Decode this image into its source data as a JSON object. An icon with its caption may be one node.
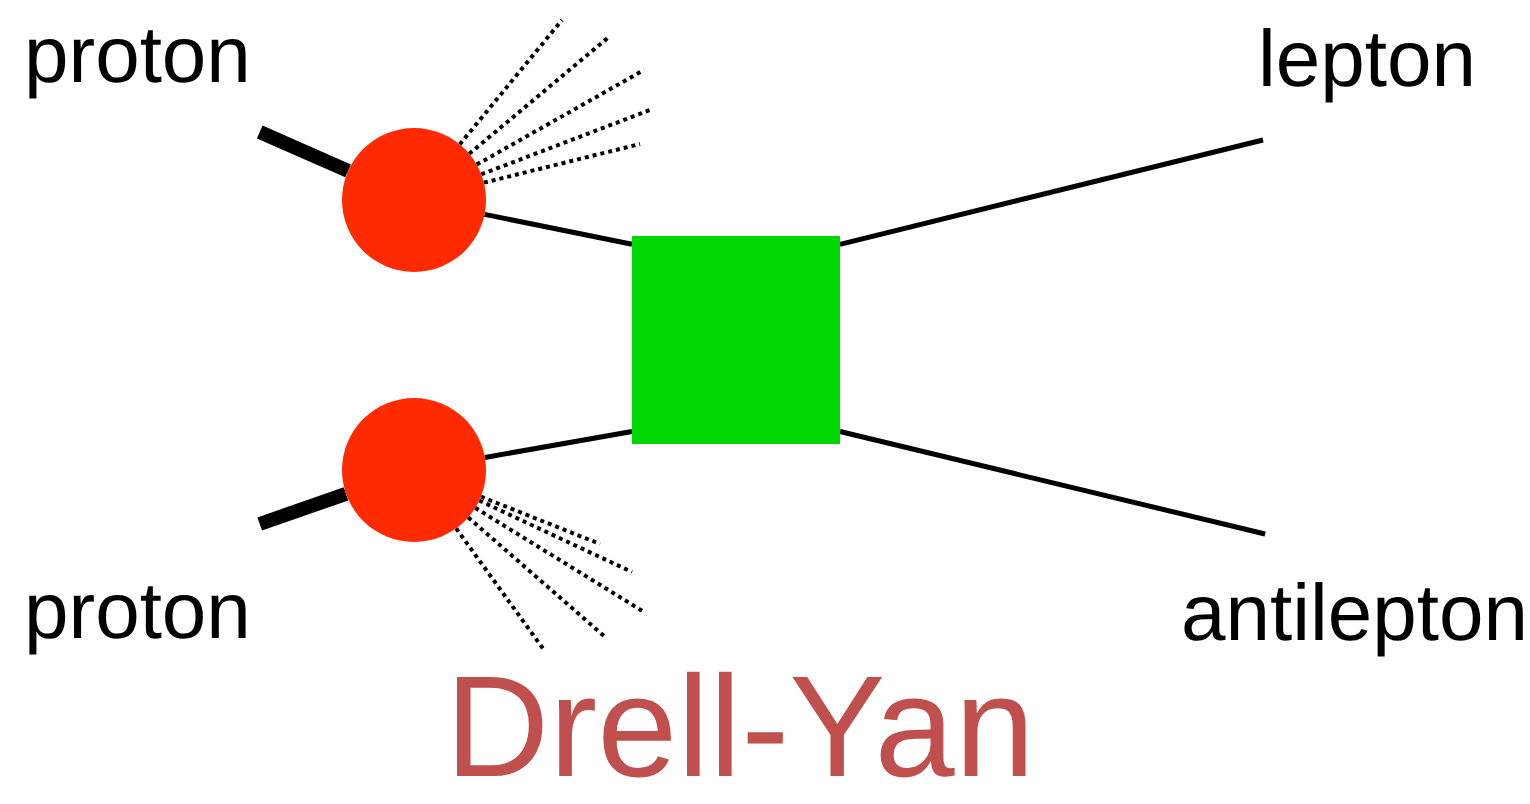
{
  "diagram": {
    "title": "Drell-Yan",
    "nodes": [
      {
        "text": [
          "proton"
        ]
      },
      {
        "text": [],
        "shape": "circle"
      },
      {
        "text": [],
        "shape": "box"
      },
      {
        "text": [
          "lepton"
        ]
      },
      {
        "text": [
          "proton"
        ]
      },
      {
        "text": [],
        "shape": "circle"
      },
      {
        "text": [
          "antilepton"
        ]
      }
    ],
    "edges": [
      {
        "from": 0,
        "to": 1,
        "arrow": "none",
        "style": "thick"
      },
      {
        "from": 1,
        "to": 2,
        "arrow": "none"
      },
      {
        "from": 4,
        "to": 5,
        "arrow": "none",
        "style": "thick"
      },
      {
        "from": 5,
        "to": 2,
        "arrow": "none"
      },
      {
        "from": 2,
        "to": 3,
        "arrow": "none"
      },
      {
        "from": 2,
        "to": 6,
        "arrow": "none"
      },
      {
        "from": 1,
        "to": null,
        "arrow": "none",
        "style": "dashed"
      },
      {
        "from": 1,
        "to": null,
        "arrow": "none",
        "style": "dashed"
      },
      {
        "from": 1,
        "to": null,
        "arrow": "none",
        "style": "dashed"
      },
      {
        "from": 1,
        "to": null,
        "arrow": "none",
        "style": "dashed"
      },
      {
        "from": 1,
        "to": null,
        "arrow": "none",
        "style": "dashed"
      },
      {
        "from": 5,
        "to": null,
        "arrow": "none",
        "style": "dashed"
      },
      {
        "from": 5,
        "to": null,
        "arrow": "none",
        "style": "dashed"
      },
      {
        "from": 5,
        "to": null,
        "arrow": "none",
        "style": "dashed"
      },
      {
        "from": 5,
        "to": null,
        "arrow": "none",
        "style": "dashed"
      },
      {
        "from": 5,
        "to": null,
        "arrow": "none",
        "style": "dashed"
      }
    ]
  }
}
